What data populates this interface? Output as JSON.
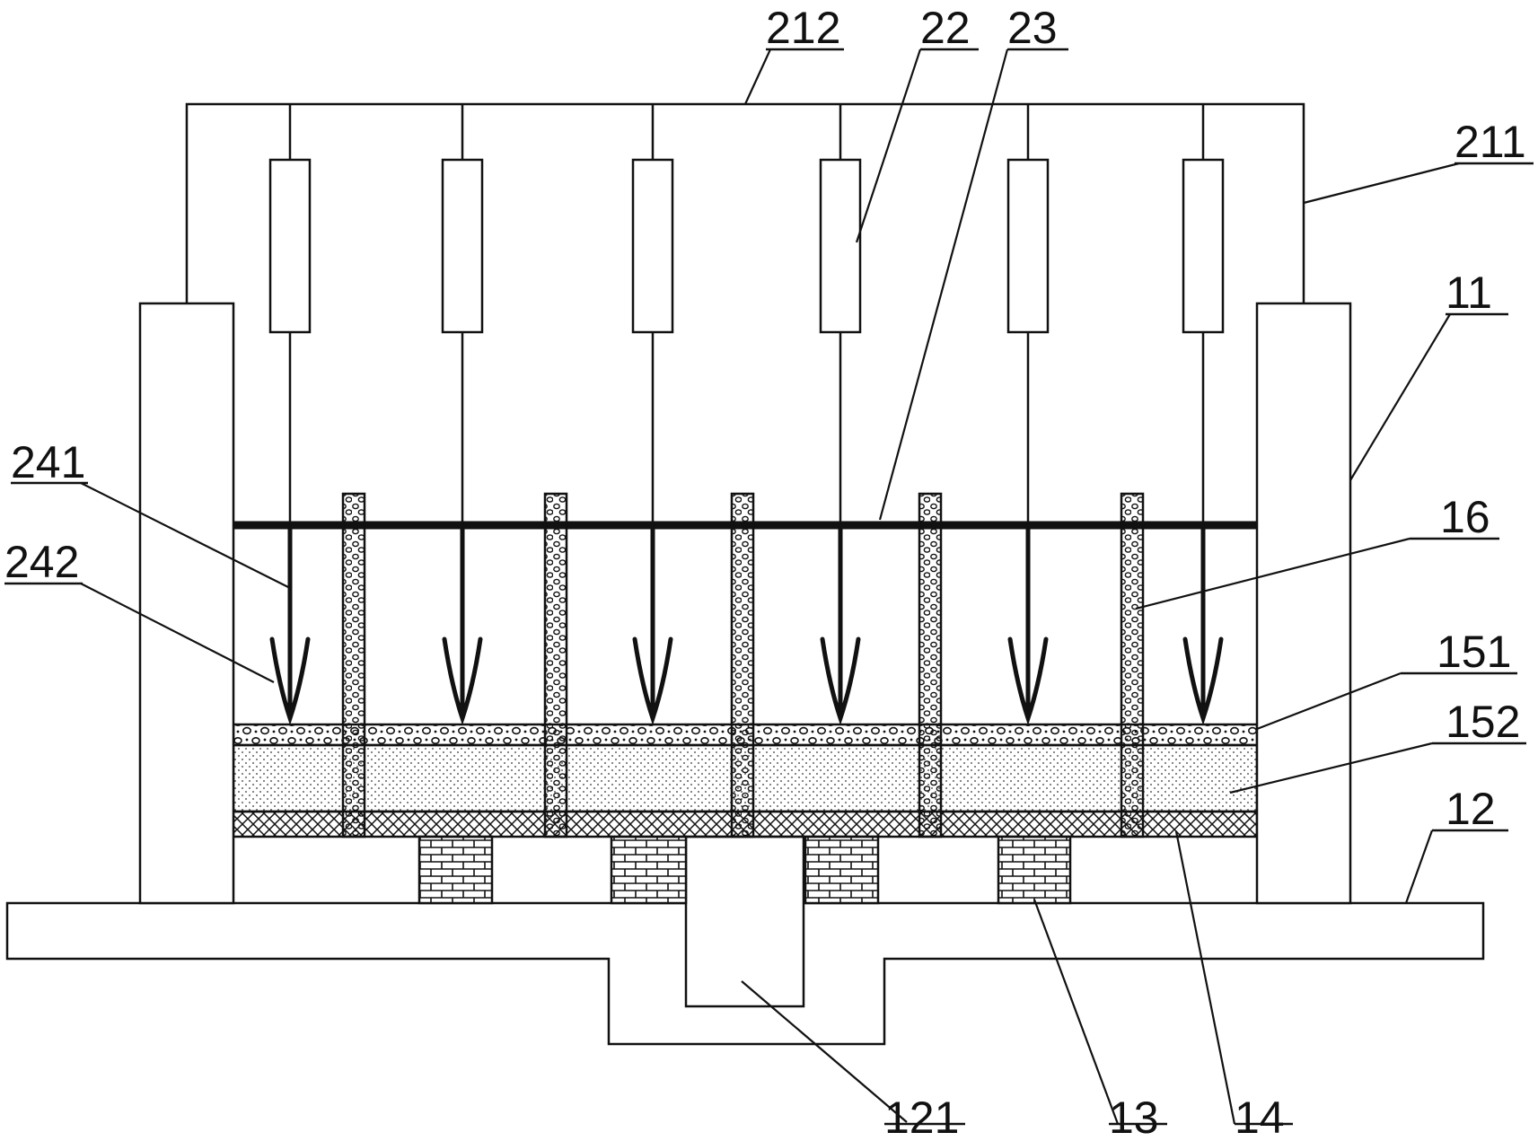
{
  "labels": {
    "l212": "212",
    "l22": "22",
    "l23": "23",
    "l211": "211",
    "l11": "11",
    "l241": "241",
    "l242": "242",
    "l16": "16",
    "l151": "151",
    "l152": "152",
    "l12": "12",
    "l121": "121",
    "l13": "13",
    "l14": "14"
  },
  "colors": {
    "line": "#111111",
    "background": "#ffffff"
  }
}
